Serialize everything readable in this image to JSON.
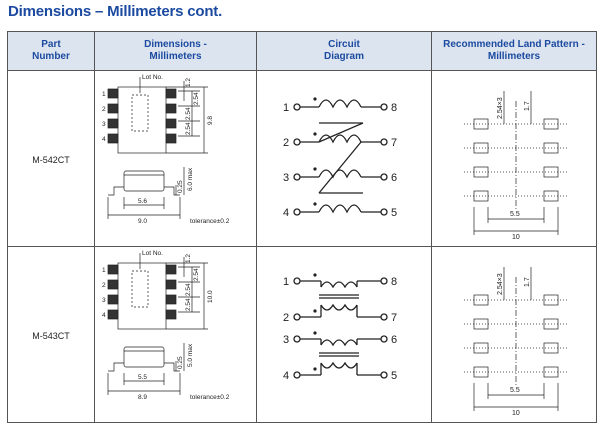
{
  "page": {
    "title": "Dimensions – Millimeters cont."
  },
  "table": {
    "headers": [
      {
        "line1": "Part",
        "line2": "Number"
      },
      {
        "line1": "Dimensions -",
        "line2": "Millimeters"
      },
      {
        "line1": "Circuit",
        "line2": "Diagram"
      },
      {
        "line1": "Recommended Land Pattern -",
        "line2": "Millimeters"
      }
    ],
    "rows": [
      {
        "part": "M-542CT",
        "dims": {
          "lot": "Lot No.",
          "pins": [
            "1",
            "2",
            "3",
            "4"
          ],
          "d12": "1.2",
          "d254a": "2.54",
          "d254b": "2.54",
          "d254c": "2.54",
          "d98": "9.8",
          "d025": "0.25",
          "dmax": "6.0 max",
          "d56": "5.6",
          "d90": "9.0",
          "tol": "tolerance±0.2"
        },
        "circuit": {
          "left": [
            "1",
            "2",
            "3",
            "4"
          ],
          "right": [
            "8",
            "7",
            "6",
            "5"
          ]
        },
        "land": {
          "pitch": "2.54×3",
          "d17": "1.7",
          "d55": "5.5",
          "d10": "10"
        }
      },
      {
        "part": "M-543CT",
        "dims": {
          "lot": "Lot No.",
          "pins": [
            "1",
            "2",
            "3",
            "4"
          ],
          "d12": "1.2",
          "d254a": "2.54",
          "d254b": "2.54",
          "d254c": "2.54",
          "d98": "10.0",
          "d025": "0.25",
          "dmax": "5.0 max",
          "d56": "5.5",
          "d90": "8.9",
          "tol": "tolerance±0.2"
        },
        "circuit": {
          "left": [
            "1",
            "2",
            "3",
            "4"
          ],
          "right": [
            "8",
            "7",
            "6",
            "5"
          ]
        },
        "land": {
          "pitch": "2.54×3",
          "d17": "1.7",
          "d55": "5.5",
          "d10": "10"
        }
      }
    ]
  }
}
